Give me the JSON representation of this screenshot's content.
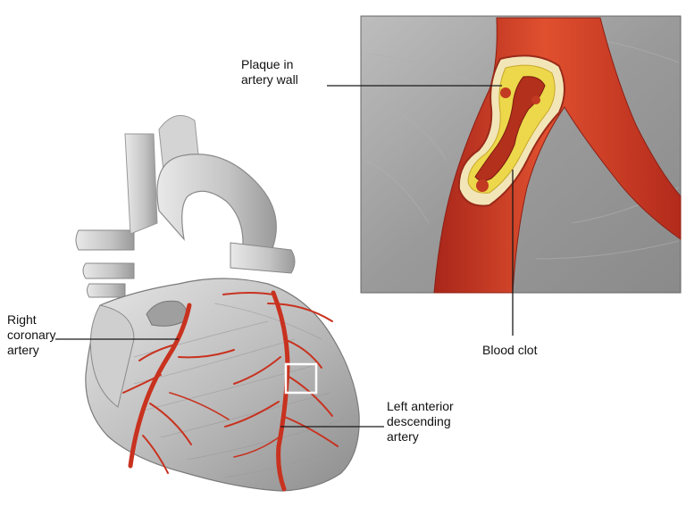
{
  "labels": {
    "plaque": [
      "Plaque in",
      "artery wall"
    ],
    "blood_clot": [
      "Blood clot"
    ],
    "right_coronary": [
      "Right",
      "coronary",
      "artery"
    ],
    "left_anterior": [
      "Left anterior",
      "descending",
      "artery"
    ]
  },
  "colors": {
    "artery": "#c8321f",
    "vessel_red": "#d9482a",
    "heart_gray": "#bdbdbd",
    "inset_bg": "#9e9e9e",
    "plaque_yellow": "#ecd84a",
    "line": "#1a1a1a"
  }
}
